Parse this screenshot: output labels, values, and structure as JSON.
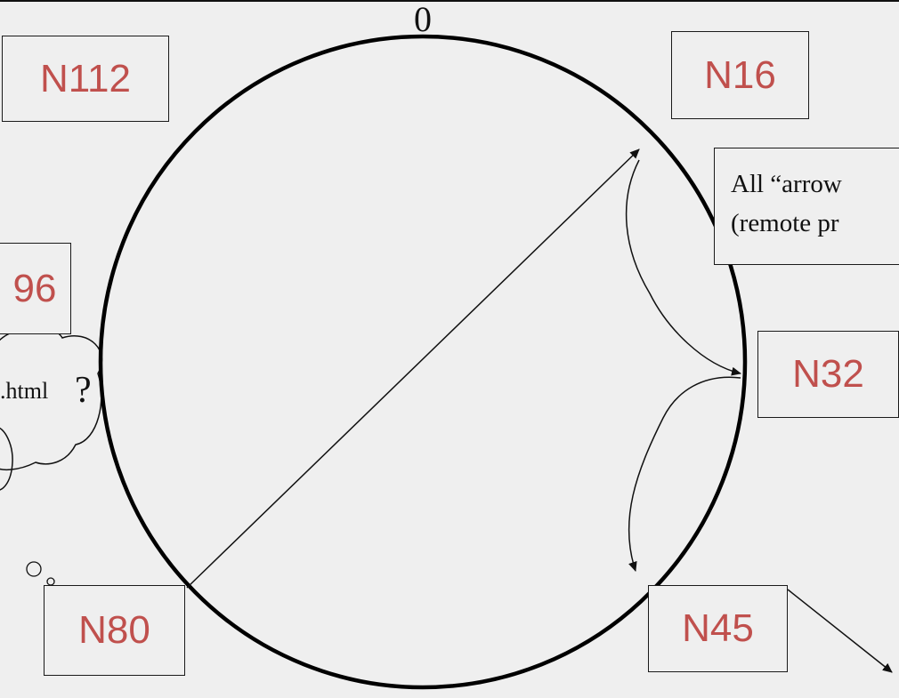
{
  "ring": {
    "top_label": "0"
  },
  "nodes": {
    "n112": "N112",
    "n16": "N16",
    "n96": "96",
    "n32": "N32",
    "n80": "N80",
    "n45": "N45"
  },
  "note": {
    "line1": "All “arrow",
    "line2": "(remote pr"
  },
  "query": {
    "text": ".html",
    "mark": "?"
  },
  "colors": {
    "node_text": "#c0504d",
    "lines": "#111111",
    "background": "#efefef"
  }
}
